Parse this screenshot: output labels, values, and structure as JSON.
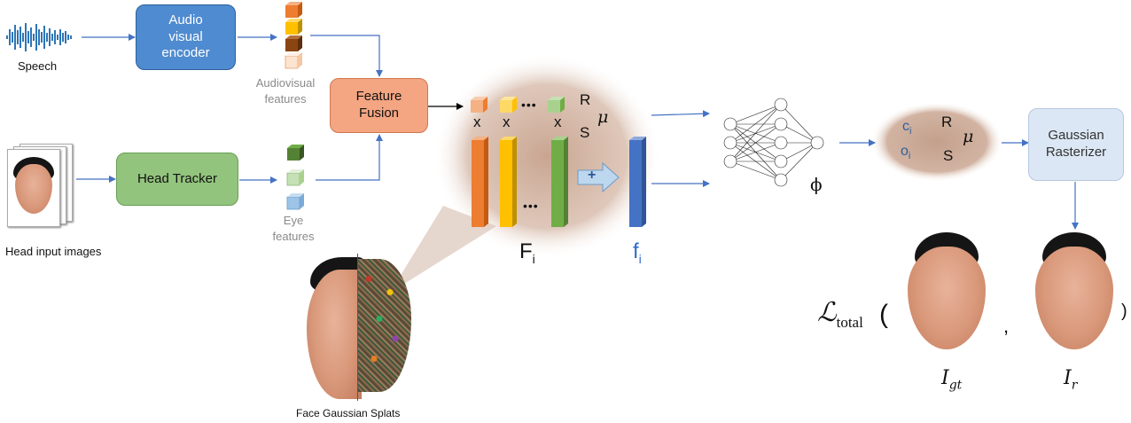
{
  "inputs": {
    "speech_label": "Speech",
    "head_images_label": "Head input images"
  },
  "blocks": {
    "audio_encoder": "Audio visual encoder",
    "head_tracker": "Head Tracker",
    "feature_fusion": "Feature Fusion",
    "gaussian_rasterizer": "Gaussian Rasterizer"
  },
  "feature_labels": {
    "audiovisual": "Audiovisual features",
    "eye": "Eye features"
  },
  "fusion": {
    "times_symbol": "x",
    "ellipsis": "•••",
    "R": "R",
    "S": "S",
    "mu": "μ",
    "F_main": "F",
    "F_sub": "i",
    "f_main": "f",
    "f_sub": "i",
    "plus": "+"
  },
  "mlp": {
    "phi": "ϕ"
  },
  "gaussian_params": {
    "c_main": "c",
    "c_sub": "i",
    "o_main": "o",
    "o_sub": "i",
    "R": "R",
    "S": "S",
    "mu": "μ"
  },
  "loss": {
    "symbol": "ℒ",
    "sub": "total",
    "open_paren": "(",
    "comma": ",",
    "close_paren": ")",
    "gt_main": "I",
    "gt_sub": "gt",
    "r_main": "I",
    "r_sub": "r"
  },
  "splats": {
    "label": "Face Gaussian Splats"
  },
  "colors": {
    "audio_box": "#4f8bd0",
    "tracker_box": "#93c47d",
    "fusion_box": "#f4a582",
    "rasterizer_box": "#dce7f5",
    "blob": "#c9a793",
    "arrow": "#4472c4",
    "orange": "#ed7d31",
    "yellow": "#ffc000",
    "green": "#70ad47",
    "blue": "#4472c4"
  }
}
